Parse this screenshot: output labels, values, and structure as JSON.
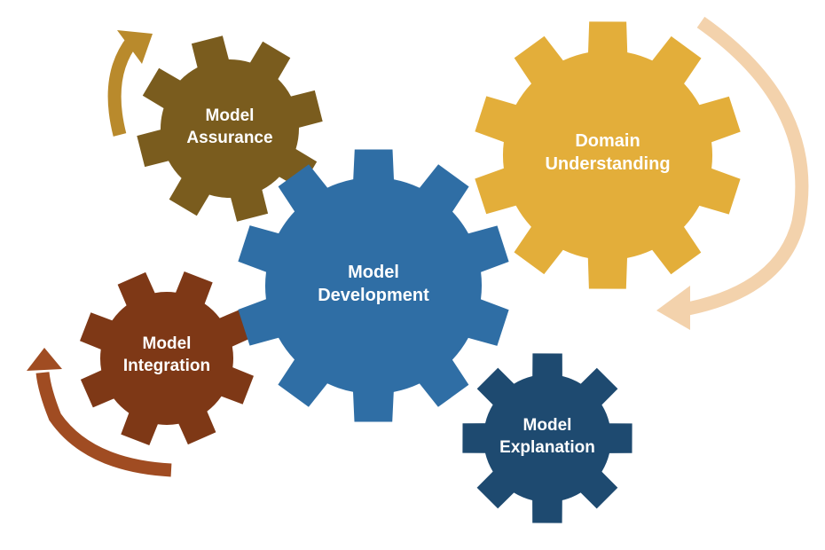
{
  "diagram": {
    "gears": [
      {
        "id": "model-assurance",
        "lines": [
          "Model",
          "Assurance"
        ],
        "color": "#7a5c1e"
      },
      {
        "id": "domain-understanding",
        "lines": [
          "Domain",
          "Understanding"
        ],
        "color": "#e3ae3a"
      },
      {
        "id": "model-development",
        "lines": [
          "Model",
          "Development"
        ],
        "color": "#2f6ea5"
      },
      {
        "id": "model-integration",
        "lines": [
          "Model",
          "Integration"
        ],
        "color": "#7e3816"
      },
      {
        "id": "model-explanation",
        "lines": [
          "Model",
          "Explanation"
        ],
        "color": "#1e4a70"
      }
    ],
    "arrows": [
      {
        "id": "assurance-arrow",
        "color": "#b98a2c"
      },
      {
        "id": "domain-arrow",
        "color": "#f3d2ac"
      },
      {
        "id": "integration-arrow",
        "color": "#a04c22"
      }
    ]
  }
}
